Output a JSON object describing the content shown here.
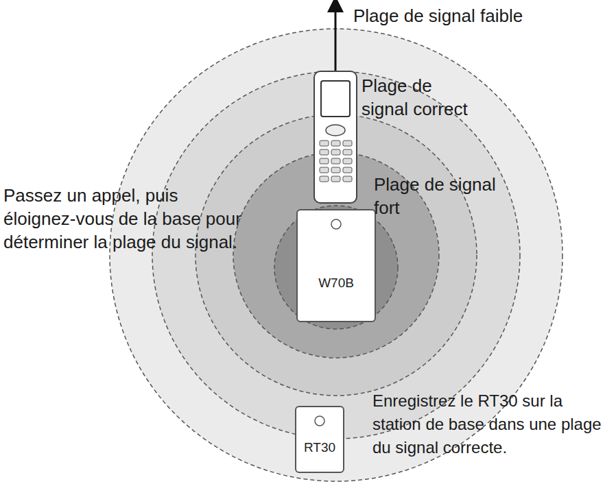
{
  "diagram": {
    "nodes": [
      {
        "text": [
          "W70B"
        ]
      },
      {
        "text": [
          "RT30"
        ]
      }
    ],
    "labels": [
      "Plage de signal faible",
      "Plage de signal correct",
      "Plage de signal fort",
      "Passez un appel, puis éloignez-vous de la base pour déterminer la plage du signal.",
      "Enregistrez le RT30 sur la station de base dans une plage du signal correcte."
    ]
  }
}
